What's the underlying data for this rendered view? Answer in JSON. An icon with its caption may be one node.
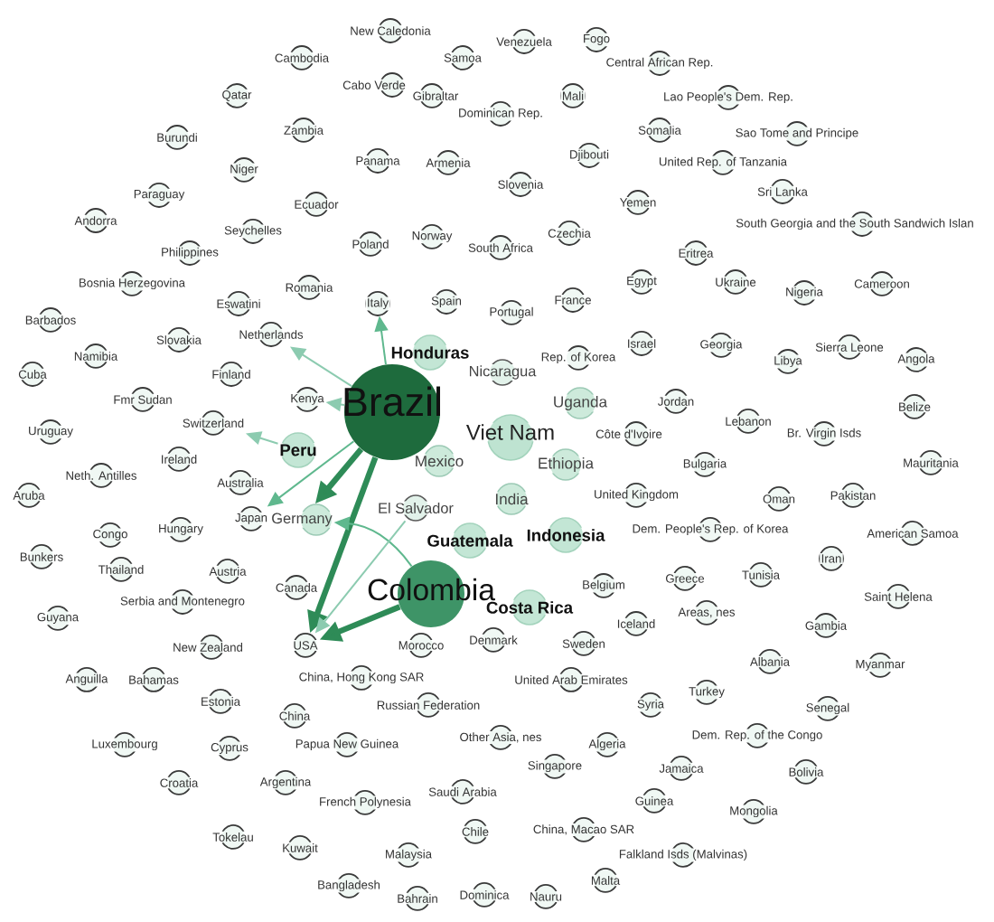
{
  "diagram": {
    "nodes": [
      {
        "text": [
          "New Caledonia"
        ]
      },
      {
        "text": [
          "Venezuela"
        ]
      },
      {
        "text": [
          "Fogo"
        ]
      },
      {
        "text": [
          "Cambodia"
        ]
      },
      {
        "text": [
          "Samoa"
        ]
      },
      {
        "text": [
          "Central African Rep."
        ]
      },
      {
        "text": [
          "Cabo Verde"
        ]
      },
      {
        "text": [
          "Gibraltar"
        ]
      },
      {
        "text": [
          "Mali"
        ]
      },
      {
        "text": [
          "Qatar"
        ]
      },
      {
        "text": [
          "Lao People's Dem. Rep."
        ]
      },
      {
        "text": [
          "Dominican Rep."
        ]
      },
      {
        "text": [
          "Somalia"
        ]
      },
      {
        "text": [
          "Zambia"
        ]
      },
      {
        "text": [
          "Sao Tome and Principe"
        ]
      },
      {
        "text": [
          "Burundi"
        ]
      },
      {
        "text": [
          "United Rep. of Tanzania"
        ]
      },
      {
        "text": [
          "Panama"
        ]
      },
      {
        "text": [
          "Armenia"
        ]
      },
      {
        "text": [
          "Djibouti"
        ]
      },
      {
        "text": [
          "Niger"
        ]
      },
      {
        "text": [
          "Slovenia"
        ]
      },
      {
        "text": [
          "Sri Lanka"
        ]
      },
      {
        "text": [
          "Paraguay"
        ]
      },
      {
        "text": [
          "Yemen"
        ]
      },
      {
        "text": [
          "Ecuador"
        ]
      },
      {
        "text": [
          "Andorra"
        ]
      },
      {
        "text": [
          "South Georgia and the South Sandwich Islan"
        ]
      },
      {
        "text": [
          "Seychelles"
        ]
      },
      {
        "text": [
          "Czechia"
        ]
      },
      {
        "text": [
          "Norway"
        ]
      },
      {
        "text": [
          "Poland"
        ]
      },
      {
        "text": [
          "South Africa"
        ]
      },
      {
        "text": [
          "Philippines"
        ]
      },
      {
        "text": [
          "Eritrea"
        ]
      },
      {
        "text": [
          "Egypt"
        ]
      },
      {
        "text": [
          "Ukraine"
        ]
      },
      {
        "text": [
          "Bosnia Herzegovina"
        ]
      },
      {
        "text": [
          "Cameroon"
        ]
      },
      {
        "text": [
          "Romania"
        ]
      },
      {
        "text": [
          "Nigeria"
        ]
      },
      {
        "text": [
          "France"
        ]
      },
      {
        "text": [
          "Spain"
        ]
      },
      {
        "text": [
          "Eswatini"
        ]
      },
      {
        "text": [
          "Italy"
        ]
      },
      {
        "text": [
          "Portugal"
        ]
      },
      {
        "text": [
          "Barbados"
        ]
      },
      {
        "text": [
          "Netherlands"
        ]
      },
      {
        "text": [
          "Slovakia"
        ]
      },
      {
        "text": [
          "Israel"
        ]
      },
      {
        "text": [
          "Georgia"
        ]
      },
      {
        "text": [
          "Sierra Leone"
        ]
      },
      {
        "text": [
          "Honduras"
        ]
      },
      {
        "text": [
          "Namibia"
        ]
      },
      {
        "text": [
          "Rep. of Korea"
        ]
      },
      {
        "text": [
          "Angola"
        ]
      },
      {
        "text": [
          "Libya"
        ]
      },
      {
        "text": [
          "Nicaragua"
        ]
      },
      {
        "text": [
          "Cuba"
        ]
      },
      {
        "text": [
          "Finland"
        ]
      },
      {
        "text": [
          "Brazil"
        ]
      },
      {
        "text": [
          "Fmr Sudan"
        ]
      },
      {
        "text": [
          "Kenya"
        ]
      },
      {
        "text": [
          "Jordan"
        ]
      },
      {
        "text": [
          "Uganda"
        ]
      },
      {
        "text": [
          "Belize"
        ]
      },
      {
        "text": [
          "Lebanon"
        ]
      },
      {
        "text": [
          "Switzerland"
        ]
      },
      {
        "text": [
          "Uruguay"
        ]
      },
      {
        "text": [
          "Viet Nam"
        ]
      },
      {
        "text": [
          "Côte d'Ivoire"
        ]
      },
      {
        "text": [
          "Br. Virgin Isds"
        ]
      },
      {
        "text": [
          "Peru"
        ]
      },
      {
        "text": [
          "Ireland"
        ]
      },
      {
        "text": [
          "Mexico"
        ]
      },
      {
        "text": [
          "Ethiopia"
        ]
      },
      {
        "text": [
          "Bulgaria"
        ]
      },
      {
        "text": [
          "Mauritania"
        ]
      },
      {
        "text": [
          "Neth. Antilles"
        ]
      },
      {
        "text": [
          "Australia"
        ]
      },
      {
        "text": [
          "United Kingdom"
        ]
      },
      {
        "text": [
          "Aruba"
        ]
      },
      {
        "text": [
          "Pakistan"
        ]
      },
      {
        "text": [
          "Oman"
        ]
      },
      {
        "text": [
          "India"
        ]
      },
      {
        "text": [
          "El Salvador"
        ]
      },
      {
        "text": [
          "Japan"
        ]
      },
      {
        "text": [
          "Germany"
        ]
      },
      {
        "text": [
          "Hungary"
        ]
      },
      {
        "text": [
          "Dem. People's Rep. of Korea"
        ]
      },
      {
        "text": [
          "American Samoa"
        ]
      },
      {
        "text": [
          "Congo"
        ]
      },
      {
        "text": [
          "Indonesia"
        ]
      },
      {
        "text": [
          "Guatemala"
        ]
      },
      {
        "text": [
          "Bunkers"
        ]
      },
      {
        "text": [
          "Iran"
        ]
      },
      {
        "text": [
          "Thailand"
        ]
      },
      {
        "text": [
          "Austria"
        ]
      },
      {
        "text": [
          "Tunisia"
        ]
      },
      {
        "text": [
          "Greece"
        ]
      },
      {
        "text": [
          "Belgium"
        ]
      },
      {
        "text": [
          "Canada"
        ]
      },
      {
        "text": [
          "Colombia"
        ]
      },
      {
        "text": [
          "Saint Helena"
        ]
      },
      {
        "text": [
          "Serbia and Montenegro"
        ]
      },
      {
        "text": [
          "Costa Rica"
        ]
      },
      {
        "text": [
          "Areas, nes"
        ]
      },
      {
        "text": [
          "Guyana"
        ]
      },
      {
        "text": [
          "Iceland"
        ]
      },
      {
        "text": [
          "Gambia"
        ]
      },
      {
        "text": [
          "Denmark"
        ]
      },
      {
        "text": [
          "Sweden"
        ]
      },
      {
        "text": [
          "USA"
        ]
      },
      {
        "text": [
          "Morocco"
        ]
      },
      {
        "text": [
          "New Zealand"
        ]
      },
      {
        "text": [
          "Albania"
        ]
      },
      {
        "text": [
          "Myanmar"
        ]
      },
      {
        "text": [
          "China, Hong Kong SAR"
        ]
      },
      {
        "text": [
          "United Arab Emirates"
        ]
      },
      {
        "text": [
          "Anguilla"
        ]
      },
      {
        "text": [
          "Bahamas"
        ]
      },
      {
        "text": [
          "Turkey"
        ]
      },
      {
        "text": [
          "Estonia"
        ]
      },
      {
        "text": [
          "Russian Federation"
        ]
      },
      {
        "text": [
          "Syria"
        ]
      },
      {
        "text": [
          "Senegal"
        ]
      },
      {
        "text": [
          "China"
        ]
      },
      {
        "text": [
          "Dem. Rep. of the Congo"
        ]
      },
      {
        "text": [
          "Other Asia, nes"
        ]
      },
      {
        "text": [
          "Luxembourg"
        ]
      },
      {
        "text": [
          "Papua New Guinea"
        ]
      },
      {
        "text": [
          "Algeria"
        ]
      },
      {
        "text": [
          "Cyprus"
        ]
      },
      {
        "text": [
          "Singapore"
        ]
      },
      {
        "text": [
          "Jamaica"
        ]
      },
      {
        "text": [
          "Bolivia"
        ]
      },
      {
        "text": [
          "Croatia"
        ]
      },
      {
        "text": [
          "Argentina"
        ]
      },
      {
        "text": [
          "Saudi Arabia"
        ]
      },
      {
        "text": [
          "Guinea"
        ]
      },
      {
        "text": [
          "French Polynesia"
        ]
      },
      {
        "text": [
          "Mongolia"
        ]
      },
      {
        "text": [
          "China, Macao SAR"
        ]
      },
      {
        "text": [
          "Chile"
        ]
      },
      {
        "text": [
          "Tokelau"
        ]
      },
      {
        "text": [
          "Kuwait"
        ]
      },
      {
        "text": [
          "Malaysia"
        ]
      },
      {
        "text": [
          "Falkland Isds (Malvinas)"
        ]
      },
      {
        "text": [
          "Malta"
        ]
      },
      {
        "text": [
          "Bangladesh"
        ]
      },
      {
        "text": [
          "Dominica"
        ]
      },
      {
        "text": [
          "Nauru"
        ]
      },
      {
        "text": [
          "Bahrain"
        ]
      }
    ],
    "edges": [
      {
        "from": 60,
        "to": 87,
        "arrow": "to",
        "style": "thick",
        "color": "#2e8b57"
      },
      {
        "from": 60,
        "to": 112,
        "arrow": "to",
        "style": "thick",
        "color": "#2e8b57"
      },
      {
        "from": 102,
        "to": 112,
        "arrow": "to",
        "style": "thick",
        "color": "#2e8b57"
      },
      {
        "from": 60,
        "to": 44,
        "arrow": "to",
        "color": "#5fb88e"
      },
      {
        "from": 60,
        "to": 86,
        "arrow": "to",
        "color": "#5fb88e"
      },
      {
        "from": 102,
        "to": 87,
        "arrow": "to",
        "color": "#5fb88e"
      },
      {
        "from": 72,
        "to": 67,
        "arrow": "to"
      },
      {
        "from": 85,
        "to": 112,
        "arrow": "to"
      },
      {
        "from": 60,
        "to": 47,
        "arrow": "to"
      },
      {
        "from": 60,
        "to": 62,
        "arrow": "to"
      }
    ]
  }
}
